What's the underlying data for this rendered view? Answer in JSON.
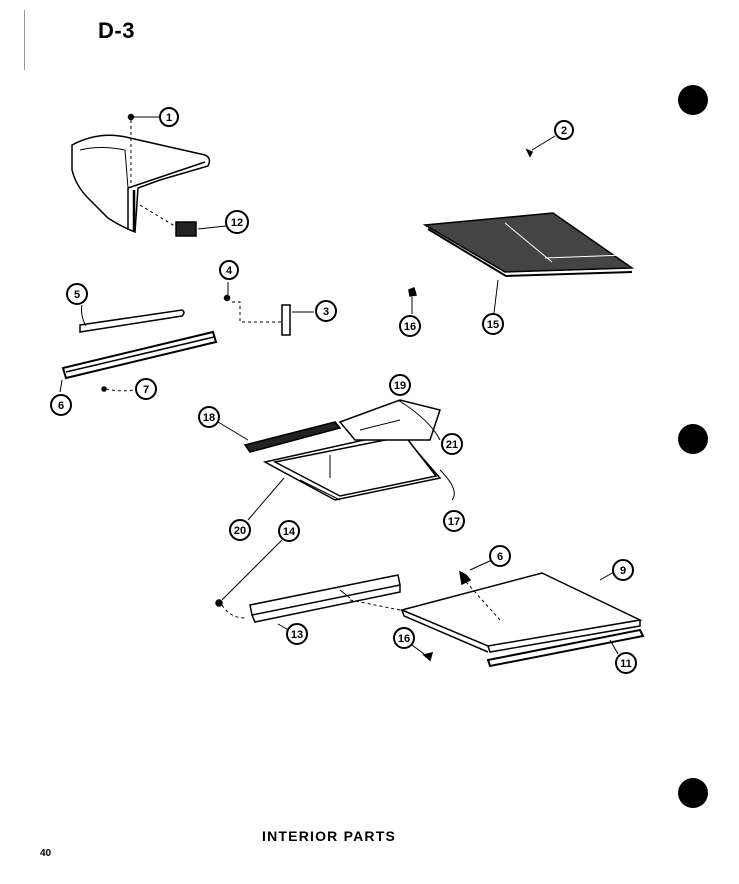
{
  "page_id": "D-3",
  "caption": "INTERIOR PARTS",
  "page_number": "40",
  "callouts": [
    {
      "id": "c1",
      "label": "1"
    },
    {
      "id": "c2",
      "label": "2"
    },
    {
      "id": "c12",
      "label": "12"
    },
    {
      "id": "c4",
      "label": "4"
    },
    {
      "id": "c3",
      "label": "3"
    },
    {
      "id": "c5",
      "label": "5"
    },
    {
      "id": "c16a",
      "label": "16"
    },
    {
      "id": "c15",
      "label": "15"
    },
    {
      "id": "c6a",
      "label": "6"
    },
    {
      "id": "c7",
      "label": "7"
    },
    {
      "id": "c19",
      "label": "19"
    },
    {
      "id": "c18",
      "label": "18"
    },
    {
      "id": "c21",
      "label": "21"
    },
    {
      "id": "c20",
      "label": "20"
    },
    {
      "id": "c17",
      "label": "17"
    },
    {
      "id": "c14",
      "label": "14"
    },
    {
      "id": "c6b",
      "label": "6"
    },
    {
      "id": "c9",
      "label": "9"
    },
    {
      "id": "c13",
      "label": "13"
    },
    {
      "id": "c16b",
      "label": "16"
    },
    {
      "id": "c11",
      "label": "11"
    }
  ]
}
